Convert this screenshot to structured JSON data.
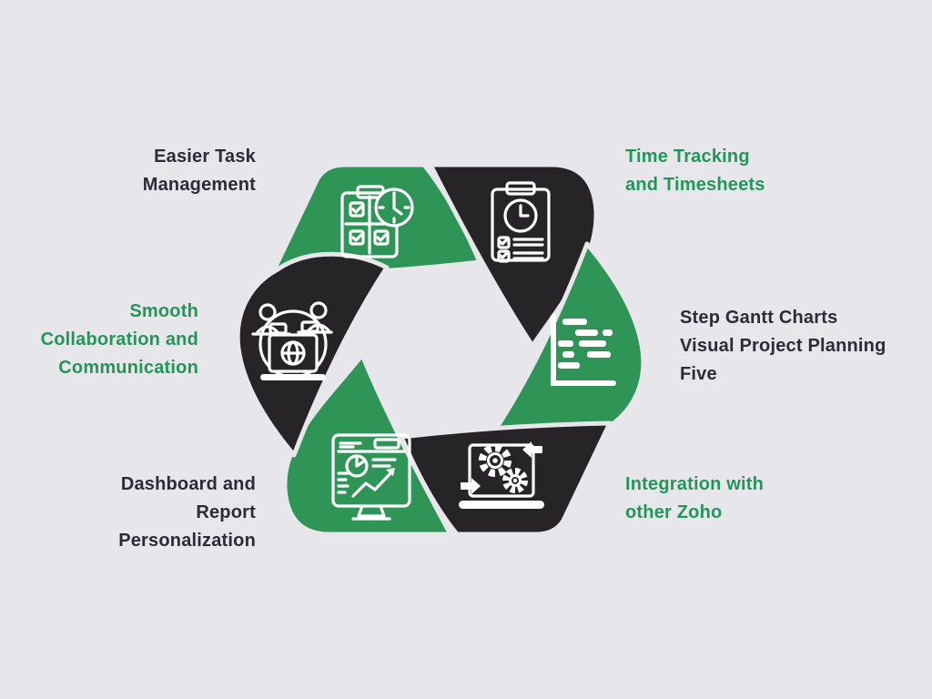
{
  "palette": {
    "background": "#e7e6ea",
    "petal_green": "#2e9556",
    "petal_dark": "#272428",
    "icon_stroke": "#ffffff",
    "text_dark": "#2d2b33",
    "text_green": "#23975a"
  },
  "diagram": {
    "type": "hexagonal-cycle",
    "segments": [
      {
        "position": "top-left",
        "color": "green",
        "icon": "task-management-icon"
      },
      {
        "position": "top-right",
        "color": "dark",
        "icon": "timesheet-icon"
      },
      {
        "position": "right",
        "color": "green",
        "icon": "gantt-chart-icon"
      },
      {
        "position": "bottom-right",
        "color": "dark",
        "icon": "integration-icon"
      },
      {
        "position": "bottom-left",
        "color": "green",
        "icon": "dashboard-icon"
      },
      {
        "position": "left",
        "color": "dark",
        "icon": "collaboration-icon"
      }
    ]
  },
  "labels": [
    {
      "text": "Easier Task\nManagement",
      "color": "dark",
      "align": "right"
    },
    {
      "text": "Time Tracking\nand Timesheets",
      "color": "green",
      "align": "left"
    },
    {
      "text": "Smooth\nCollaboration and\nCommunication",
      "color": "green",
      "align": "right"
    },
    {
      "text": "Step Gantt Charts\nVisual Project Planning\nFive",
      "color": "dark",
      "align": "left"
    },
    {
      "text": "Dashboard and\nReport\nPersonalization",
      "color": "dark",
      "align": "right"
    },
    {
      "text": "Integration with\nother Zoho",
      "color": "green",
      "align": "left"
    }
  ]
}
